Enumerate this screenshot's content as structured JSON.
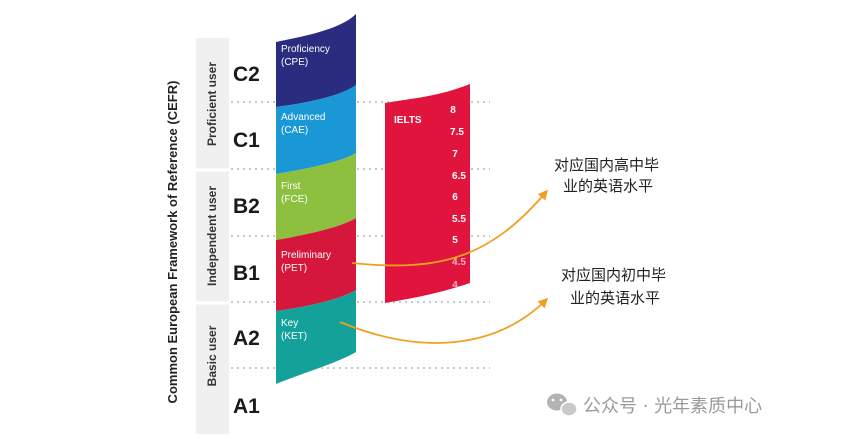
{
  "cefr_title": "Common European Framework of Reference (CEFR)",
  "groups": [
    {
      "label": "Proficient user"
    },
    {
      "label": "Independent user"
    },
    {
      "label": "Basic user"
    }
  ],
  "levels": [
    "C2",
    "C1",
    "B2",
    "B1",
    "A2",
    "A1"
  ],
  "exams": [
    {
      "line1": "Proficiency",
      "line2": "(CPE)",
      "color": "#2a2d7f"
    },
    {
      "line1": "Advanced",
      "line2": "(CAE)",
      "color": "#1a98d5"
    },
    {
      "line1": "First",
      "line2": "(FCE)",
      "color": "#8dc03f"
    },
    {
      "line1": "Preliminary",
      "line2": "(PET)",
      "color": "#d6173c"
    },
    {
      "line1": "Key",
      "line2": "(KET)",
      "color": "#13a19a"
    }
  ],
  "ielts": {
    "title": "IELTS",
    "color": "#e0143c",
    "scores": [
      "8",
      "7.5",
      "7",
      "6.5",
      "6",
      "5.5",
      "5",
      "4.5",
      "4"
    ]
  },
  "notes": [
    {
      "line1": "对应国内高中毕",
      "line2": "业的英语水平"
    },
    {
      "line1": "对应国内初中毕",
      "line2": "业的英语水平"
    }
  ],
  "arrow_color": "#f0a020",
  "watermark": {
    "icon": "wechat-icon",
    "text": "公众号 · 光年素质中心"
  }
}
